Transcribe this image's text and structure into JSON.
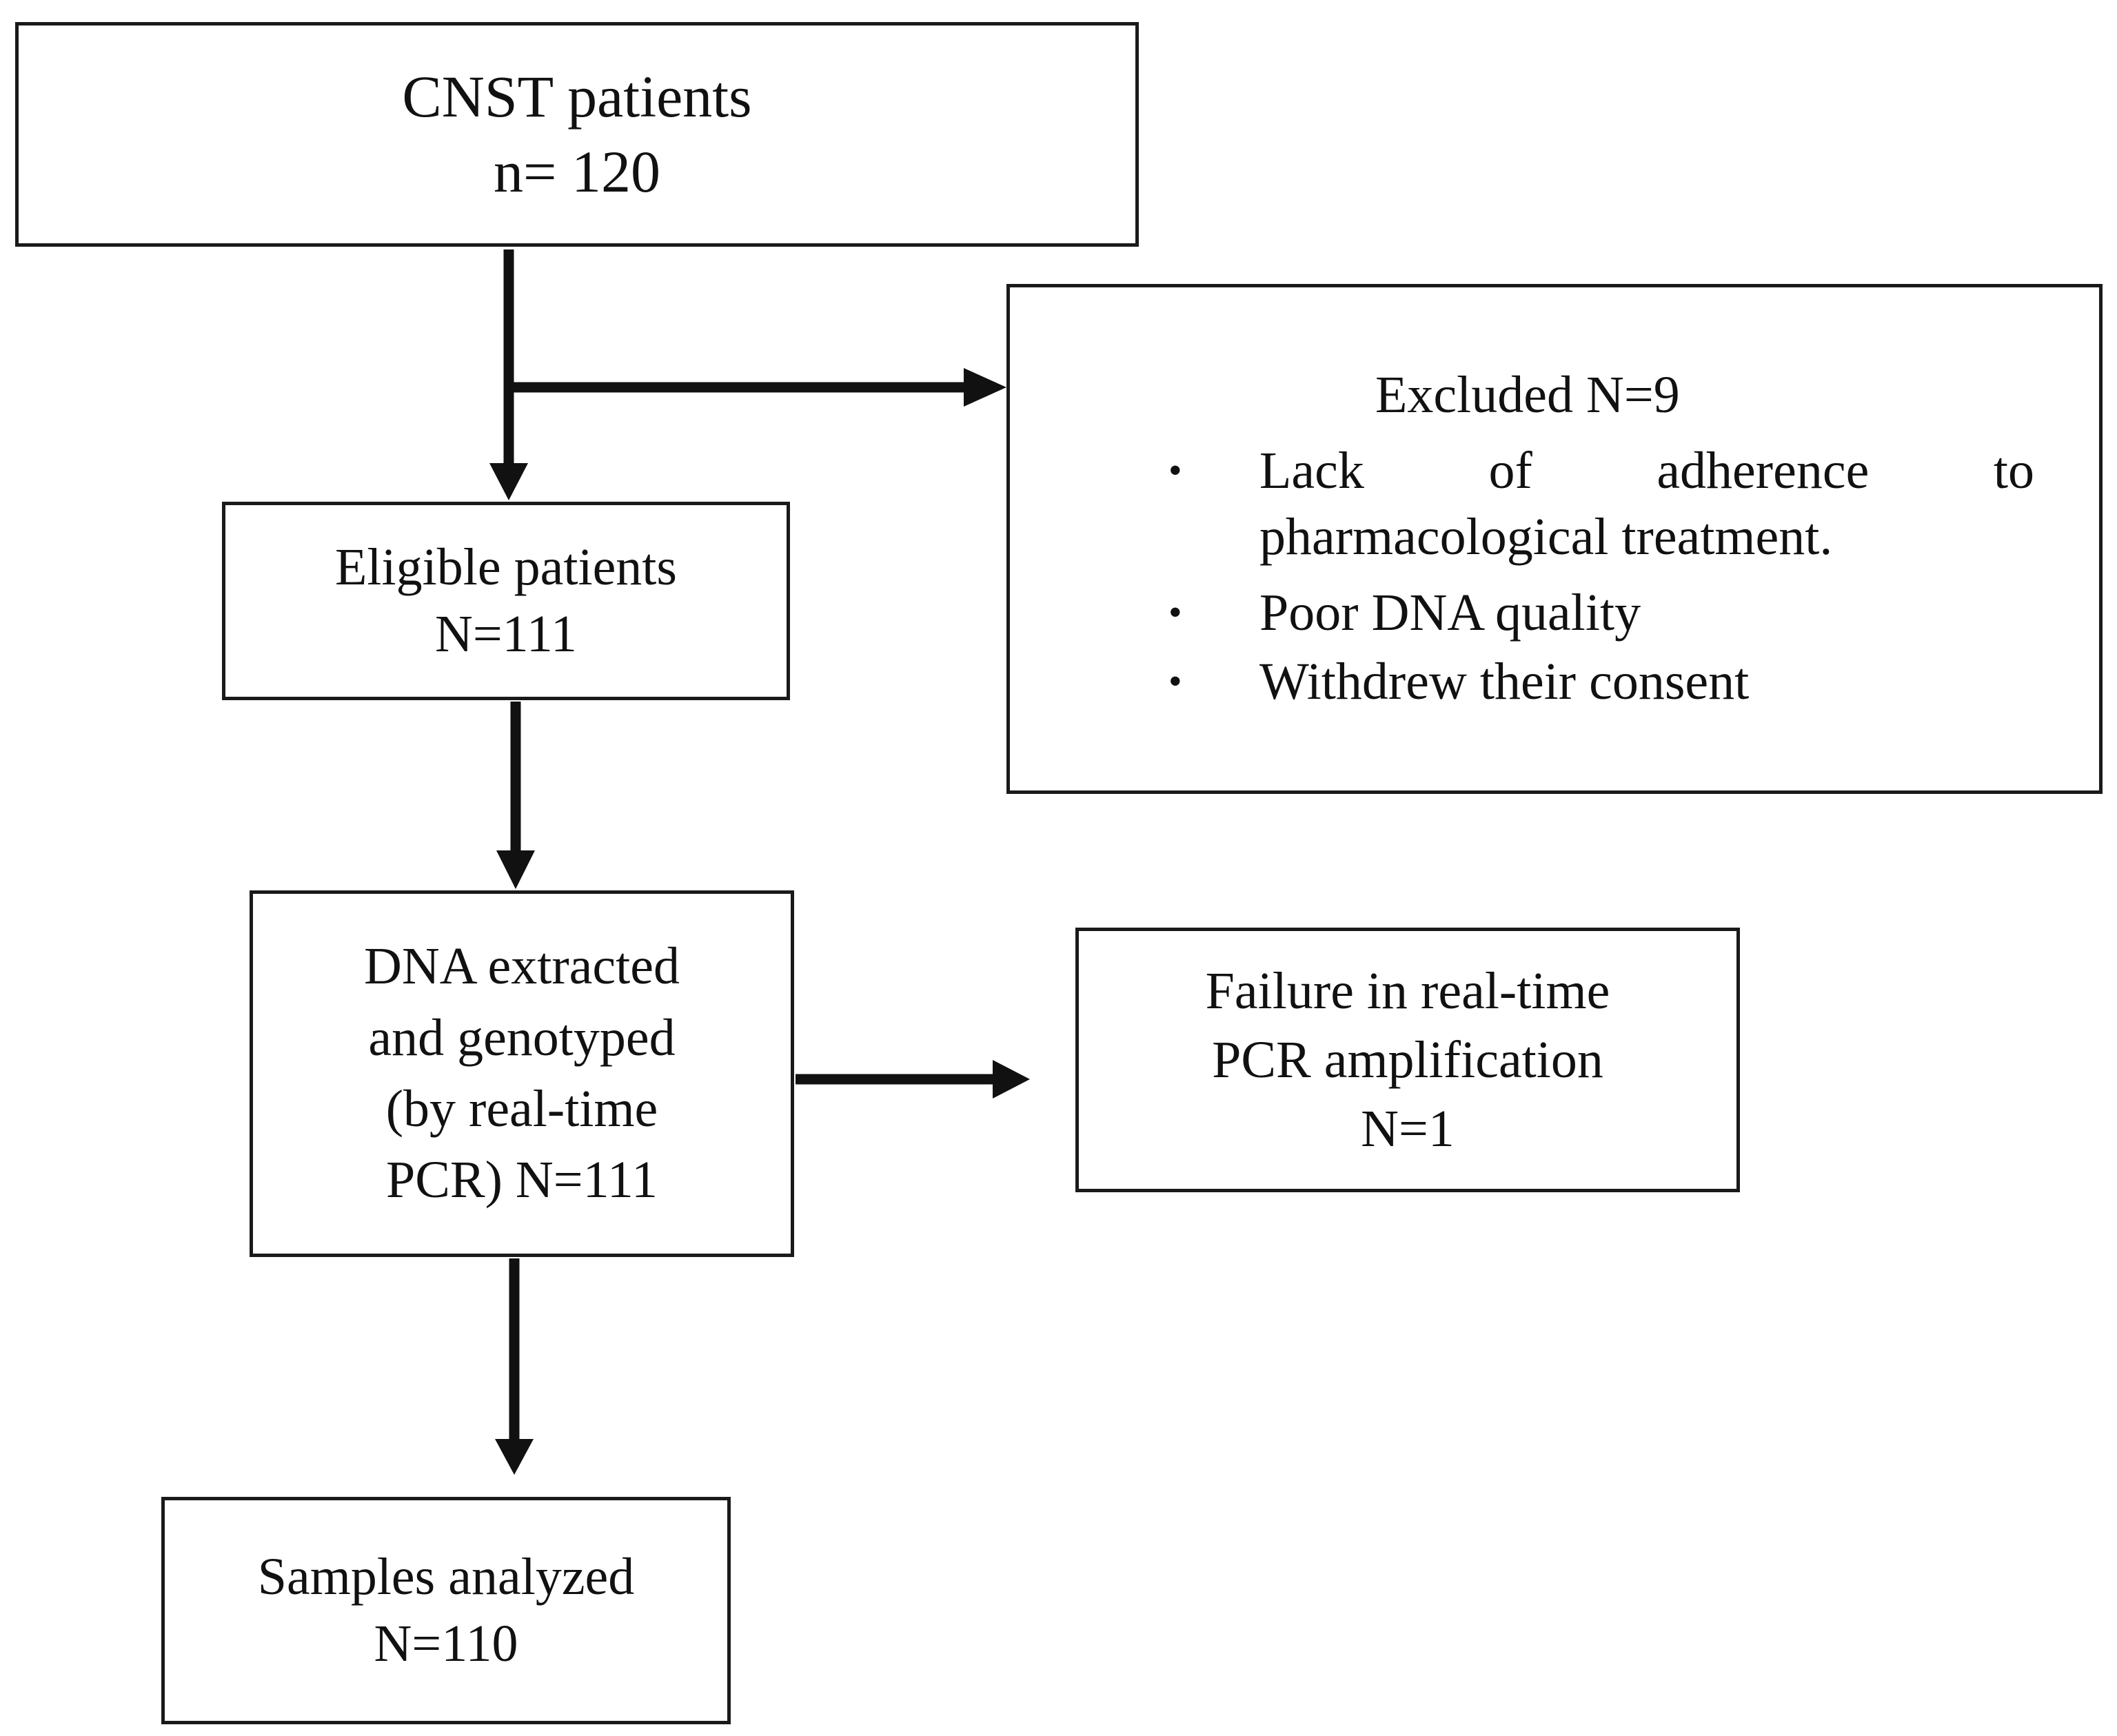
{
  "boxes": {
    "cnst": {
      "line1": "CNST patients",
      "line2": "n= 120"
    },
    "eligible": {
      "line1": "Eligible patients",
      "line2": "N=111"
    },
    "dna": {
      "line1": "DNA extracted",
      "line2": "and genotyped",
      "line3": "(by real-time",
      "line4": "PCR) N=111"
    },
    "samples": {
      "line1": "Samples analyzed",
      "line2": "N=110"
    },
    "failure": {
      "line1": "Failure in real-time",
      "line2": "PCR amplification",
      "line3": "N=1"
    },
    "excluded": {
      "title": "Excluded N=9",
      "bullet_symbol": "•",
      "reasons": [
        {
          "words": [
            "Lack",
            "of",
            "adherence",
            "to"
          ],
          "continuation": "pharmacological treatment."
        },
        {
          "text": "Poor DNA quality"
        },
        {
          "text": "Withdrew their consent"
        }
      ]
    }
  },
  "colors": {
    "stroke": "#1a1a1a",
    "background": "#ffffff",
    "text": "#111111"
  }
}
